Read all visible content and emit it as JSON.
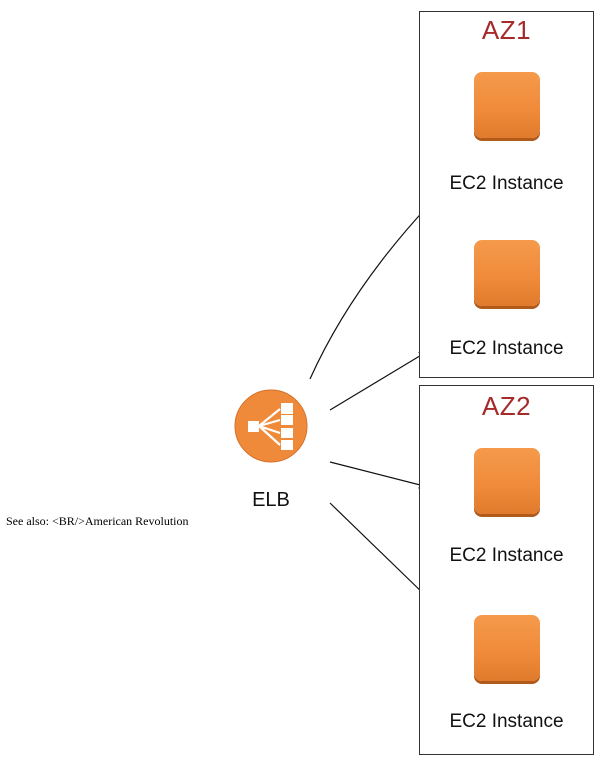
{
  "diagram": {
    "load_balancer": {
      "label": "ELB",
      "icon": "elb-icon",
      "color": "#ef8a3a"
    },
    "zones": [
      {
        "title": "AZ1",
        "title_color": "#a52a2a",
        "instances": [
          {
            "label": "EC2 Instance",
            "icon": "ec2-instance-icon"
          },
          {
            "label": "EC2 Instance",
            "icon": "ec2-instance-icon"
          }
        ]
      },
      {
        "title": "AZ2",
        "title_color": "#a52a2a",
        "instances": [
          {
            "label": "EC2 Instance",
            "icon": "ec2-instance-icon"
          },
          {
            "label": "EC2 Instance",
            "icon": "ec2-instance-icon"
          }
        ]
      }
    ],
    "note": "See also: <BR/>American Revolution",
    "instance_color": "#ef8a3a",
    "arrow_color": "#111111"
  }
}
